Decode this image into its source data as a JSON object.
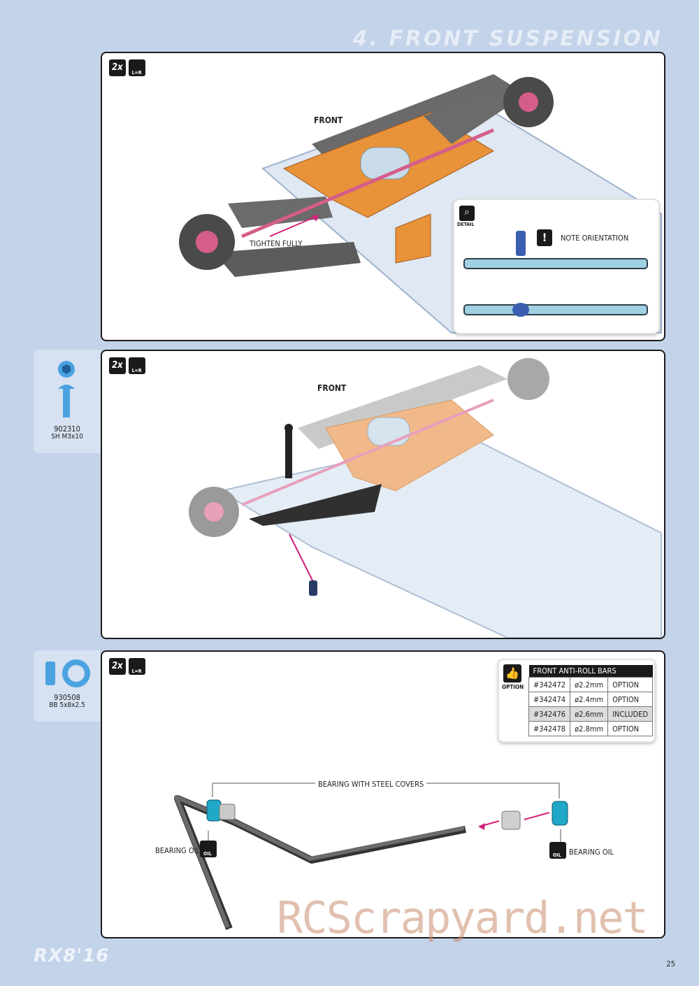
{
  "section_title": "4. FRONT SUSPENSION",
  "steps": [
    {
      "qty": "2x",
      "lr": "L=R",
      "front_label": "FRONT",
      "tighten_label": "TIGHTEN FULLY",
      "detail_label": "DETAIL",
      "note_label": "NOTE ORIENTATION"
    },
    {
      "qty": "2x",
      "lr": "L=R",
      "front_label": "FRONT",
      "part_no": "902310",
      "part_desc": "SH M3x10"
    },
    {
      "qty": "2x",
      "lr": "L=R",
      "part_no": "930508",
      "part_desc": "BB 5x8x2.5",
      "option_label": "OPTION",
      "table_title": "FRONT ANTI-ROLL BARS",
      "rows": [
        {
          "code": "#342472",
          "size": "ø2.2mm",
          "status": "OPTION"
        },
        {
          "code": "#342474",
          "size": "ø2.4mm",
          "status": "OPTION"
        },
        {
          "code": "#342476",
          "size": "ø2.6mm",
          "status": "INCLUDED"
        },
        {
          "code": "#342478",
          "size": "ø2.8mm",
          "status": "OPTION"
        }
      ],
      "bearing_covers_label": "BEARING WITH STEEL COVERS",
      "oil_left": "BEARING OIL",
      "oil_right": "BEARING OIL",
      "oil_icon": "OIL"
    }
  ],
  "footer_logo": "RX8'16",
  "page_number": "25",
  "watermark": "RCScrapyard.net",
  "colors": {
    "accent_orange": "#e8923a",
    "arrow_magenta": "#d4217a",
    "part_blue": "#3b8fd8"
  }
}
